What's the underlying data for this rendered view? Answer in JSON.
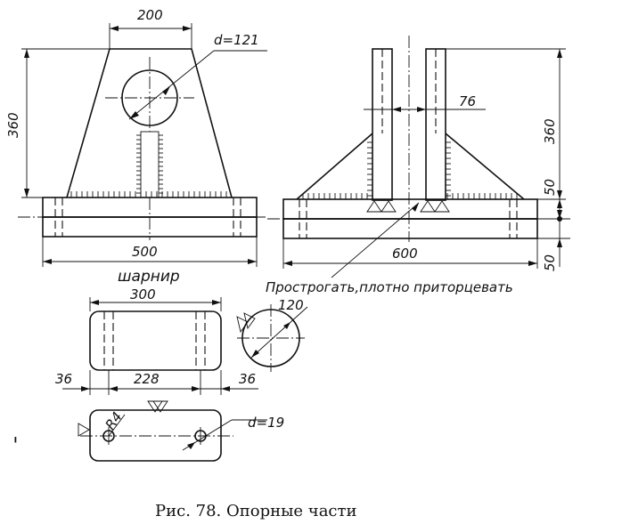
{
  "drawing": {
    "labels": {
      "d121": "d=121",
      "w200": "200",
      "h360_left": "360",
      "w500": "500",
      "hinge": "шарнир",
      "w76": "76",
      "h360_right": "360",
      "h50_top": "50",
      "h50_bottom": "50",
      "w600": "600",
      "planing_note": "Прострогать,плотно приторцевать",
      "w300": "300",
      "d120": "120",
      "w36_left": "36",
      "w228": "228",
      "w36_right": "36",
      "r4": "R4",
      "d19": "d=19"
    },
    "caption": "Рис. 78. Опорные части"
  }
}
